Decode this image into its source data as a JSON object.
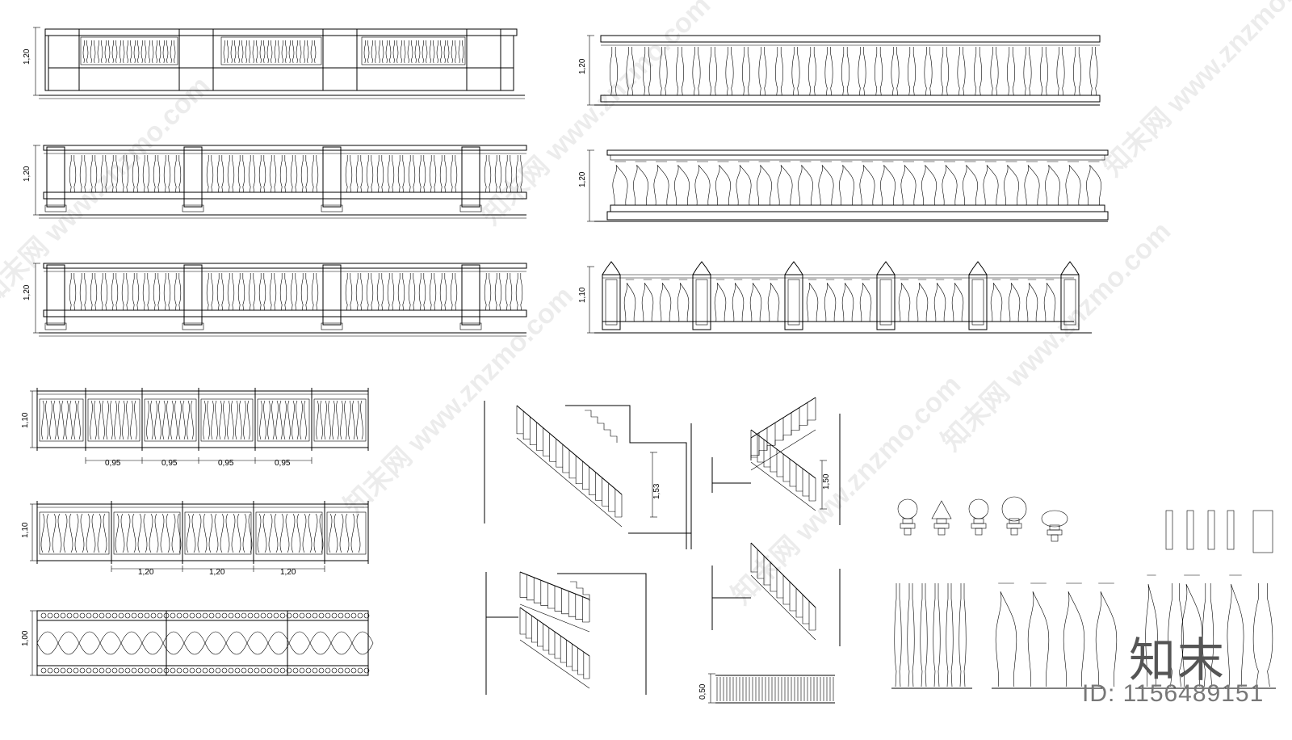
{
  "drawing": {
    "railings_stone": [
      {
        "id": "r1",
        "height_label": "1,20",
        "style": "panel-balusters"
      },
      {
        "id": "r2",
        "height_label": "1,20",
        "style": "post-balusters"
      },
      {
        "id": "r3",
        "height_label": "1,20",
        "style": "post-balusters"
      },
      {
        "id": "r4",
        "height_label": "1,20",
        "style": "slim-balusters"
      },
      {
        "id": "r5",
        "height_label": "1,20",
        "style": "fat-balusters"
      },
      {
        "id": "r6",
        "height_label": "1,10",
        "style": "finial-posts"
      }
    ],
    "railings_iron": [
      {
        "id": "i1",
        "height_label": "1,10",
        "spacing_labels": [
          "0,95",
          "0,95",
          "0,95",
          "0,95"
        ]
      },
      {
        "id": "i2",
        "height_label": "1,10",
        "spacing_labels": [
          "1,20",
          "1,20",
          "1,20"
        ]
      },
      {
        "id": "i3",
        "height_label": "1,00",
        "spacing_labels": []
      }
    ],
    "stairs": [
      {
        "id": "s1",
        "height_label": "1,53"
      },
      {
        "id": "s2",
        "height_label": "1,50"
      },
      {
        "id": "s3",
        "height_label": ""
      },
      {
        "id": "s4",
        "height_label": ""
      },
      {
        "id": "s5",
        "height_label": "0,50"
      }
    ],
    "watermark_text": "知末网 www.znzmo.com"
  },
  "brand": {
    "logo_text": "知末",
    "id_text": "ID: 1156489151"
  }
}
